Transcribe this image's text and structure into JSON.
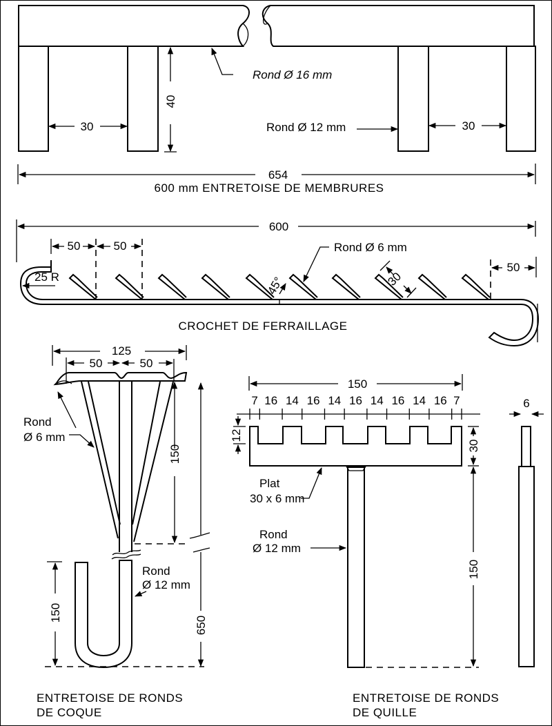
{
  "drawing": {
    "section_membrures": {
      "title": "600 mm ENTRETOISE DE MEMBRURES",
      "overall_length": "654",
      "gap_left": "30",
      "gap_right": "30",
      "height": "40",
      "label_top_bar": "Rond Ø 16 mm",
      "label_legs": "Rond Ø 12 mm"
    },
    "section_crochet": {
      "title": "CROCHET DE FERRAILLAGE",
      "overall_length": "600",
      "spacing_1": "50",
      "spacing_2": "50",
      "end_spacing": "50",
      "radius": "25 R",
      "angle": "45°",
      "bar_length": "30",
      "label_rod": "Rond Ø 6 mm"
    },
    "section_coque": {
      "title_line1": "ENTRETOISE DE RONDS",
      "title_line2": "DE COQUE",
      "top_width": "125",
      "spacing_left": "50",
      "spacing_right": "50",
      "fan_height": "150",
      "total_height": "650",
      "hook_height": "150",
      "label_fan_rod_line1": "Rond",
      "label_fan_rod_line2": "Ø 6 mm",
      "label_stem_line1": "Rond",
      "label_stem_line2": "Ø 12 mm"
    },
    "section_quille": {
      "title_line1": "ENTRETOISE DE RONDS",
      "title_line2": "DE QUILLE",
      "overall_width": "150",
      "segments": [
        "7",
        "16",
        "14",
        "16",
        "14",
        "16",
        "14",
        "16",
        "14",
        "16",
        "7"
      ],
      "notch_depth": "12",
      "plate_height": "30",
      "stem_length": "150",
      "side_thickness": "6",
      "label_plate_line1": "Plat",
      "label_plate_line2": "30 x 6 mm",
      "label_stem_line1": "Rond",
      "label_stem_line2": "Ø 12 mm"
    }
  }
}
